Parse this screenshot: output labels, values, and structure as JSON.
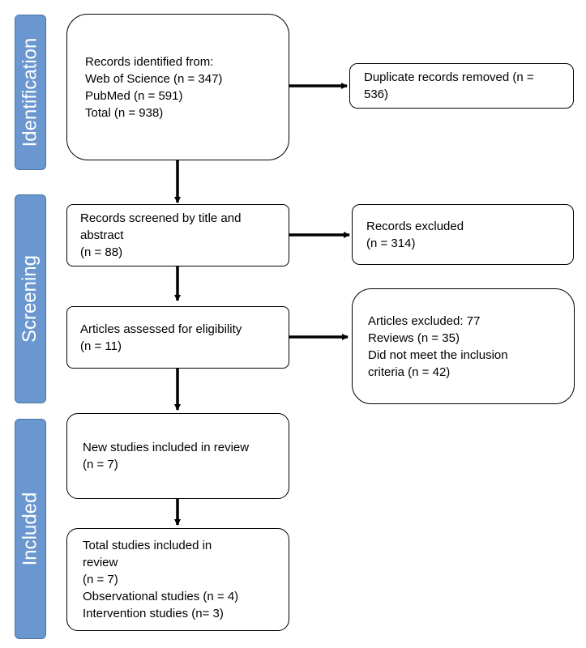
{
  "stages": {
    "identification": "Identification",
    "screening": "Screening",
    "included": "Included"
  },
  "boxes": {
    "records_identified": {
      "lines": [
        "Records identified from:",
        "Web of Science (n = 347)",
        "PubMed (n = 591)",
        "Total (n = 938)"
      ]
    },
    "duplicates_removed": {
      "lines": [
        "Duplicate records removed  (n =",
        "536)"
      ]
    },
    "records_screened": {
      "lines": [
        "Records screened by title and",
        "abstract",
        "(n = 88)"
      ]
    },
    "records_excluded": {
      "lines": [
        "Records excluded",
        "(n = 314)"
      ]
    },
    "eligibility_assessed": {
      "lines": [
        "Articles assessed for eligibility",
        "(n = 11)"
      ]
    },
    "articles_excluded": {
      "lines": [
        "Articles excluded: 77",
        "Reviews (n = 35)",
        "Did not meet the inclusion",
        "criteria (n = 42)"
      ]
    },
    "new_studies": {
      "lines": [
        "New studies included in review",
        "(n = 7)"
      ]
    },
    "total_studies": {
      "lines": [
        "Total studies included in",
        "review",
        "(n = 7)",
        "Observational studies (n = 4)",
        "Intervention studies (n= 3)"
      ]
    }
  }
}
